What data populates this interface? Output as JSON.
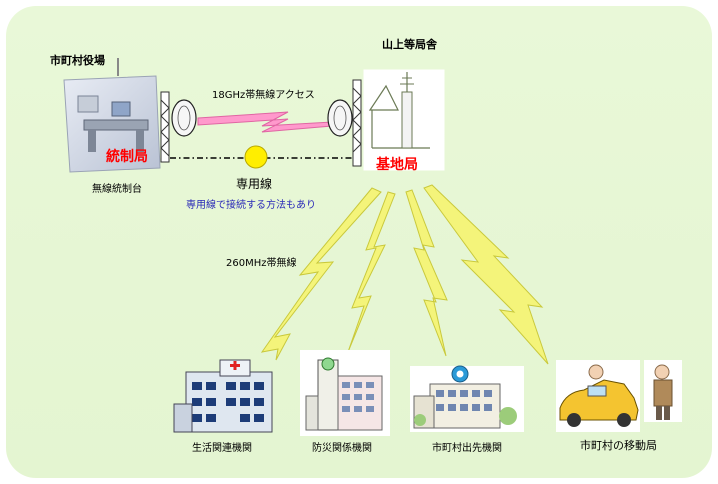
{
  "title_city_office": "市町村役場",
  "title_mountain_station": "山上等局舎",
  "label_18ghz": "18GHz帯無線アクセス",
  "label_control_station": "統制局",
  "label_console": "無線統制台",
  "label_leased_line": "専用線",
  "label_leased_line_note": "専用線で接続する方法もあり",
  "label_base_station": "基地局",
  "label_260mhz": "260MHz帯無線",
  "terminals": [
    {
      "label": "生活関連機関",
      "icon": "hospital-icon"
    },
    {
      "label": "防災関係機関",
      "icon": "disaster-agency-building-icon"
    },
    {
      "label": "市町村出先機関",
      "icon": "branch-office-building-icon"
    },
    {
      "label": "市町村の移動局",
      "icon": "mobile-station-car-icon"
    }
  ],
  "colors": {
    "background": "#e6f6d4",
    "microwave_link": "#ff99cc",
    "radio_link": "#f4f47a",
    "leased_line_node": "#ffee00",
    "emphasis_red": "#ff0000",
    "note_blue": "#2a2ab8"
  }
}
